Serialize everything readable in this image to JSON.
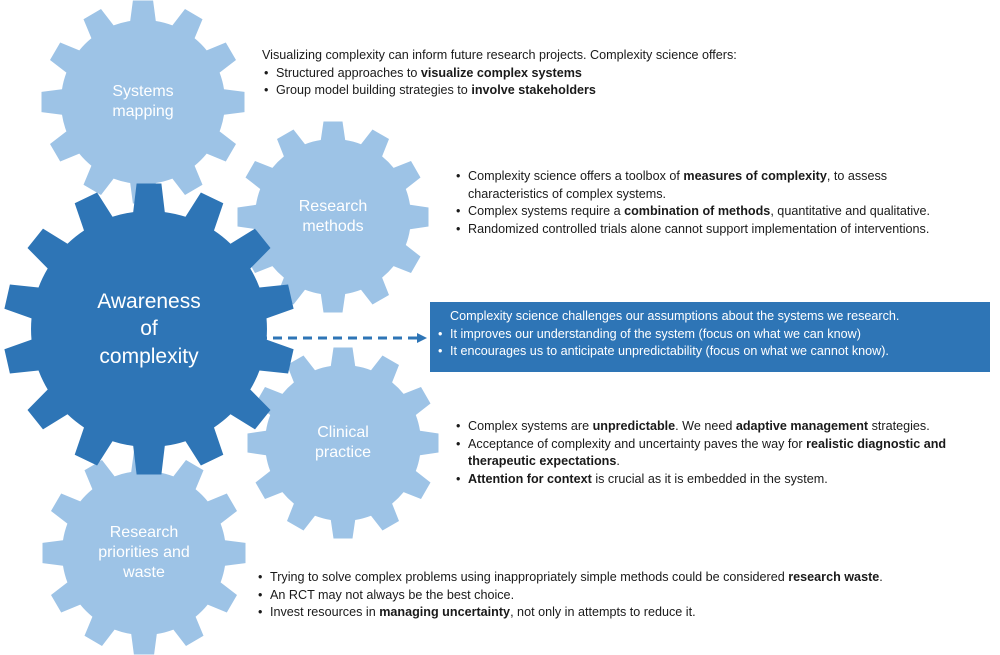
{
  "colors": {
    "light_gear": "#9dc3e6",
    "dark_gear": "#2e75b6",
    "callout_bg": "#2e75b6",
    "arrow": "#2e75b6"
  },
  "gears": {
    "systems": {
      "line1": "Systems",
      "line2": "mapping"
    },
    "research_methods": {
      "line1": "Research",
      "line2": "methods"
    },
    "awareness": {
      "line1": "Awareness",
      "line2": "of",
      "line3": "complexity"
    },
    "clinical": {
      "line1": "Clinical",
      "line2": "practice"
    },
    "priorities": {
      "line1": "Research",
      "line2": "priorities and",
      "line3": "waste"
    }
  },
  "systems_text": {
    "intro": "Visualizing complexity can inform future research projects. Complexity science offers:",
    "b1_pre": "Structured approaches to ",
    "b1_bold": "visualize complex systems",
    "b2_pre": "Group model building strategies to ",
    "b2_bold": "involve stakeholders"
  },
  "methods_text": {
    "b1_pre": "Complexity science offers a toolbox of ",
    "b1_bold": "measures of complexity",
    "b1_post": ", to assess",
    "b1_cont": "characteristics of complex systems.",
    "b2_pre": "Complex systems require a ",
    "b2_bold": "combination of methods",
    "b2_post": ", quantitative and qualitative.",
    "b3": "Randomized controlled trials alone cannot support implementation of interventions."
  },
  "callout": {
    "head": "Complexity science challenges our assumptions about the systems we research.",
    "b1": "It improves our understanding of the system (focus on what we can know)",
    "b2": "It encourages us to anticipate unpredictability (focus on what we cannot know)."
  },
  "clinical_text": {
    "b1_pre": "Complex systems are ",
    "b1_bold": "unpredictable",
    "b1_mid": ". We need ",
    "b1_bold2": "adaptive management",
    "b1_post": " strategies.",
    "b2_pre": "Acceptance of complexity and uncertainty paves the way for ",
    "b2_bold": "realistic diagnostic and",
    "b2_cont_bold": "therapeutic expectations",
    "b2_cont_post": ".",
    "b3_bold": "Attention for context",
    "b3_post": " is crucial as it is embedded in the system."
  },
  "waste_text": {
    "b1_pre": "Trying to solve complex problems using inappropriately simple methods could be considered ",
    "b1_bold": "research waste",
    "b1_post": ".",
    "b2": "An RCT may not always be the best choice.",
    "b3_pre": "Invest resources in ",
    "b3_bold": "managing uncertainty",
    "b3_post": ", not only in attempts to reduce it."
  }
}
